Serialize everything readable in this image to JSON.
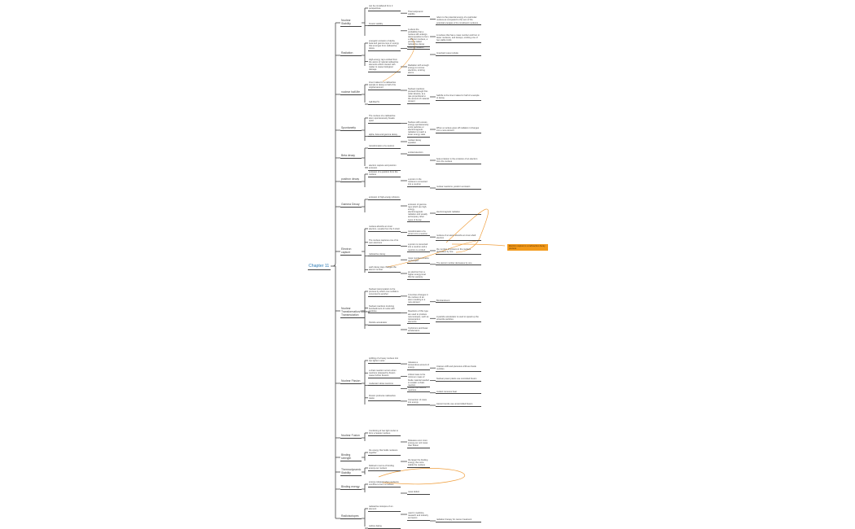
{
  "central": "Chapter 11",
  "topics": [
    {
      "title": "Nuclear Stability",
      "items": [
        "can be considered from 2 perspectives",
        "Thermodynamic stability",
        "refers to the potential energy of a particular nucleus as compared to the sum of the potential energies of its constituent nucleons",
        "Kinetic stability",
        "Is about the probability that a nucleus will undergo decomposition to form a different nucleus, a process called radioactive decay",
        "A nucleus that has a mass number and four or fewer nucleons, and decays, emitting one of two stable kinds"
      ]
    },
    {
      "title": "Radiation",
      "items": [
        "energetic emission of alpha, beta and gamma rays or energy that emerges from radioactive decay",
        "Ionizing radiation",
        "Important types include",
        "High-energy rays emitted from the atoms of natural radioactive elements which interact with matter to cause biological damage",
        "Radiation with enough energy to remove electrons, ionizing atoms"
      ]
    },
    {
      "title": "nuclear half-life",
      "items": [
        "time it takes for a radioactive sample to decay to half of its original amount",
        "Nuclear reactions proceed through first-order kinetics, at a rate proportional to the amount of material present",
        "half-life is the time it takes for half of a sample to decay",
        "half-life(t½)"
      ]
    },
    {
      "title": "Spontaneity",
      "items": [
        "The nucleus of a radioactive atom spontaneously breaks apart",
        "Nucleus with excess energy spontaneously emits particles or electromagnetic radiation to reach a lower energy state",
        "When a nucleus gives off radiation it changes into a new element",
        "alpha, beta and gamma decay",
        "nuclear decay equation"
      ]
    },
    {
      "title": "Beta decay",
      "items": [
        "transformation of a neutron",
        "emitted electron",
        "beta emission is the emission of an electron from the nucleus",
        "electron capture and positron emission"
      ]
    },
    {
      "title": "positron decay",
      "items": [
        "emission of a positron from the nucleus",
        "a proton in the nucleus is converted into a neutron",
        "nuclear reactions, positron emission"
      ]
    },
    {
      "title": "Gamma Decay",
      "items": [
        "emission of high-energy photons",
        "emission of gamma rays which are high-energy electromagnetic radiation and usually accompany other types of decay",
        "electromagnetic radiation"
      ]
    },
    {
      "title": "Electron capture",
      "items": [
        "nucleus absorbs an inner electron, usually from the K shell",
        "transformation of a proton into a neutron",
        "nucleus of an atom absorbs an inner-shell electron",
        "The nucleus captures one of its own electrons",
        "a proton is converted into a neutron and a neutrino is emitted",
        "the number of protons in the nucleus decreases by one",
        "radioactive decay",
        "mass number remains unchanged",
        "The atomic number decreases by one",
        "each decay step changes the atomic number",
        "an electron from a higher energy level fills the vacancy"
      ]
    },
    {
      "title": "Nuclear Transformation/Nuclear Transmutation",
      "items": [
        "Nuclear transmutation is the process by which one nuclide is converted to another",
        "It involves changes in the nucleus of an atom resulting in a new element",
        "Bombardment",
        "Nuclear reactions involving bombardment of nuclei with particles",
        "Reactions of this type are used to produce new isotopes, such as transuranium elements",
        "A particle accelerator is used to speed up the projectile particles",
        "Particle accelerator",
        "Cyclotrons and linear accelerators"
      ]
    },
    {
      "title": "Nuclear Fission",
      "items": [
        "splitting of a heavy nucleus into two lighter nuclei",
        "releases a tremendous amount of energy",
        "Uranium-235 and plutonium-239 are fissile nuclides",
        "a chain reaction occurs when neutrons released by fission cause further fissions",
        "critical mass is the minimum mass of fissile material needed to sustain a chain reaction",
        "Nuclear power plants use controlled fission",
        "moderator slows neutrons",
        "control rods absorb neutrons",
        "coolant removes heat",
        "Fission produces radioactive waste",
        "Conversion of mass into energy",
        "Atomic bombs use uncontrolled fission"
      ]
    },
    {
      "title": "Nuclear Fusion",
      "items": [
        "Combining of two light nuclei to form a heavier nucleus",
        "Releases even more energy per unit mass than fission"
      ]
    },
    {
      "title": "Binding strength",
      "items": [
        "the energy that holds nucleons together",
        "the larger the binding energy, the more stable the nucleus"
      ]
    },
    {
      "title": "Thermodynamic Stability",
      "items": [
        "Defined in terms of binding energy per nucleon"
      ]
    },
    {
      "title": "Binding energy",
      "items": [
        "energy released when nucleons combine to form a nucleus",
        "mass defect"
      ]
    },
    {
      "title": "Radioisotopes",
      "items": [
        "radioactive isotopes of an element",
        "used in medicine, research and industry as tracers",
        "radiation therapy for cancer treatment",
        "carbon dating"
      ]
    }
  ],
  "callout": "Electron capture is a radioactive decay process"
}
